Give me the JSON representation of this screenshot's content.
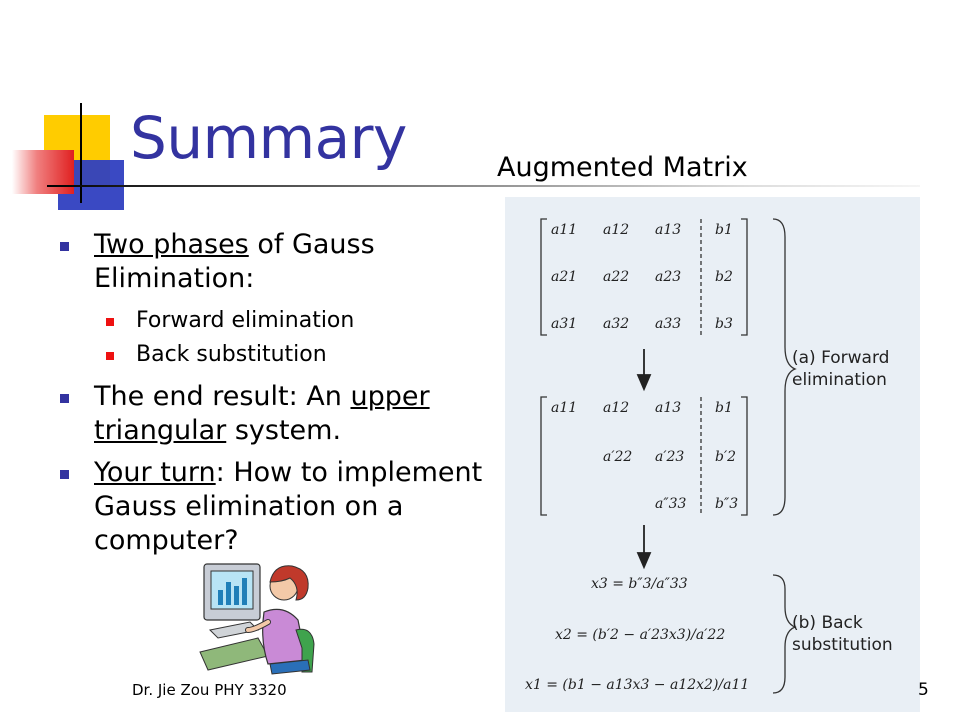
{
  "slide": {
    "title": "Summary",
    "figure_caption": "Augmented Matrix",
    "bullets": [
      {
        "parts": [
          "Two phases",
          " of Gauss Elimination:"
        ]
      },
      {
        "parts": [
          "The end result: An ",
          "upper triangular",
          " system."
        ]
      },
      {
        "parts": [
          "Your turn",
          ": How to implement Gauss elimination on a computer?"
        ]
      }
    ],
    "sub_bullets": [
      "Forward elimination",
      "Back substitution"
    ],
    "footer": "Dr. Jie Zou PHY 3320",
    "page_number": "5"
  },
  "figure": {
    "matrix1": [
      [
        "a11",
        "a12",
        "a13",
        "b1"
      ],
      [
        "a21",
        "a22",
        "a23",
        "b2"
      ],
      [
        "a31",
        "a32",
        "a33",
        "b3"
      ]
    ],
    "matrix2": [
      [
        "a11",
        "a12",
        "a13",
        "b1"
      ],
      [
        "",
        "a′22",
        "a′23",
        "b′2"
      ],
      [
        "",
        "",
        "a″33",
        "b″3"
      ]
    ],
    "equations": [
      "x3 = b″3/a″33",
      "x2 = (b′2 − a′23x3)/a′22",
      "x1 = (b1 − a13x3 − a12x2)/a11"
    ],
    "label_forward": [
      "(a) Forward",
      "elimination"
    ],
    "label_back": [
      "(b) Back",
      "substitution"
    ]
  },
  "colors": {
    "title": "#3333a0",
    "bullet_l1": "#3333a0",
    "bullet_l2": "#ee1111",
    "panel_bg": "#e9eff5"
  },
  "icons": {
    "decor": "corner-squares",
    "clipart": "person-at-computer-icon"
  }
}
